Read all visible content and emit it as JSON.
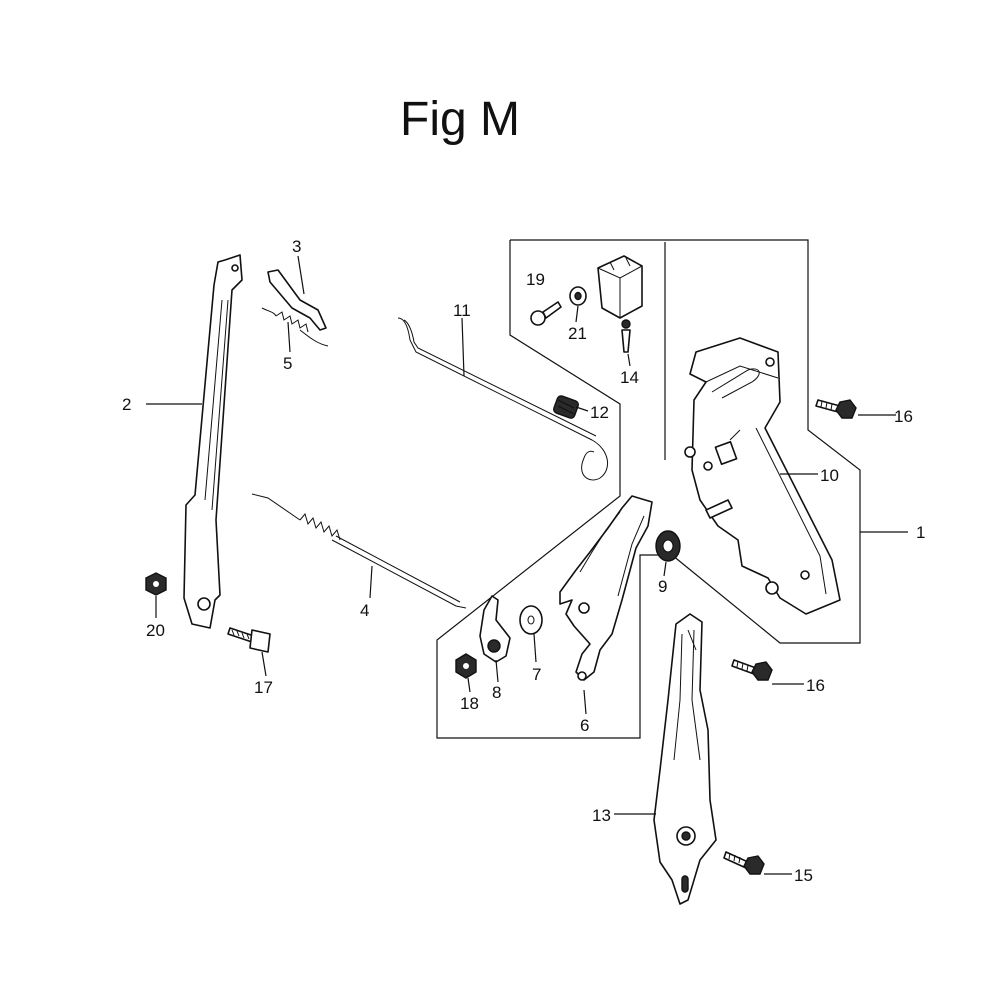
{
  "title": "Fig M",
  "callouts": {
    "c1": "1",
    "c2": "2",
    "c3": "3",
    "c4": "4",
    "c5": "5",
    "c6": "6",
    "c7": "7",
    "c8": "8",
    "c9": "9",
    "c10": "10",
    "c11": "11",
    "c12": "12",
    "c13": "13",
    "c14": "14",
    "c15": "15",
    "c16a": "16",
    "c16b": "16",
    "c17": "17",
    "c18": "18",
    "c19": "19",
    "c20": "20",
    "c21": "21"
  }
}
